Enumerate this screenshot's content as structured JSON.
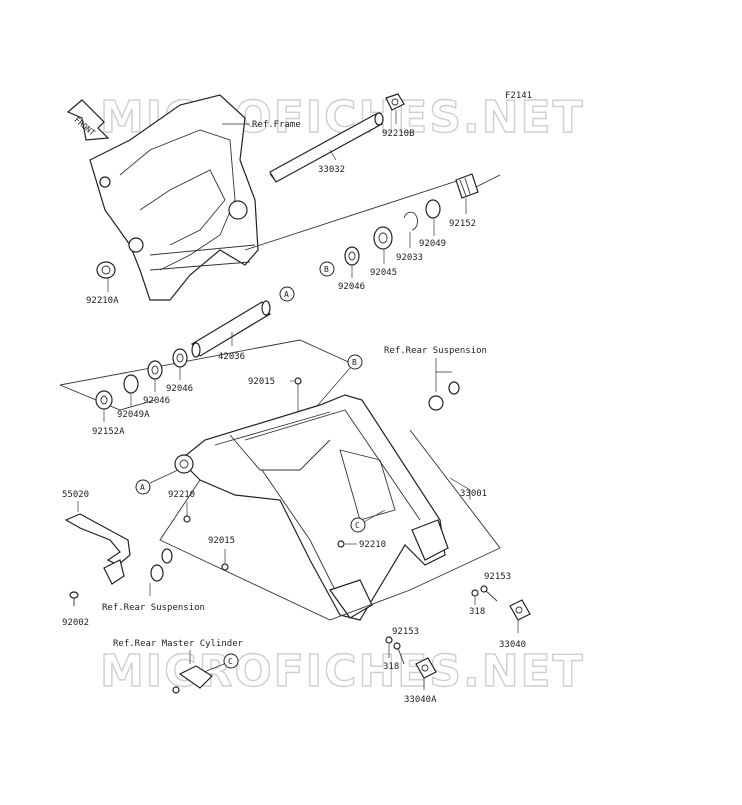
{
  "figure_id": "F2141",
  "watermark": "MICROFICHES.NET",
  "front_arrow": "FRONT",
  "refs": {
    "frame": "Ref.Frame",
    "rear_suspension_top": "Ref.Rear Suspension",
    "rear_suspension_bottom": "Ref.Rear Suspension",
    "rear_master_cylinder": "Ref.Rear Master Cylinder"
  },
  "callouts": {
    "A": "A",
    "B": "B",
    "C": "C"
  },
  "parts": {
    "p92210B": "92210B",
    "p33032": "33032",
    "p92152": "92152",
    "p92049": "92049",
    "p92033": "92033",
    "p92045": "92045",
    "p92046a": "92046",
    "p92210A": "92210A",
    "p42036": "42036",
    "p92046b": "92046",
    "p92046c": "92046",
    "p92049A": "92049A",
    "p92152A": "92152A",
    "p92015a": "92015",
    "p33001": "33001",
    "p55020": "55020",
    "p92210a": "92210",
    "p92015b": "92015",
    "p92210b": "92210",
    "p92002": "92002",
    "p92153a": "92153",
    "p318a": "318",
    "p33040": "33040",
    "p92153b": "92153",
    "p318b": "318",
    "p33040A": "33040A"
  }
}
